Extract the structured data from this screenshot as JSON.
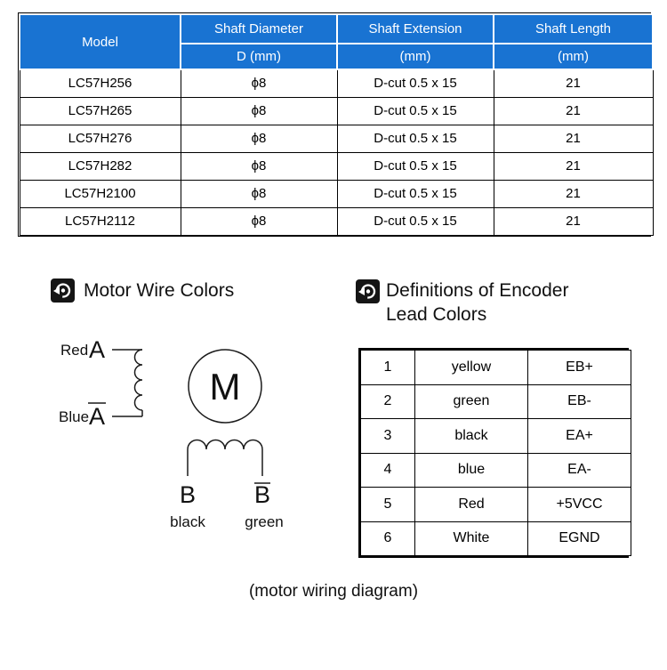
{
  "colors": {
    "header_bg": "#1973d2",
    "header_text": "#ffffff",
    "table_border": "#000000"
  },
  "spec_table": {
    "headers": {
      "model": "Model",
      "diameter_line1": "Shaft Diameter",
      "diameter_line2": "D (mm)",
      "extension_line1": "Shaft Extension",
      "extension_line2": "(mm)",
      "length_line1": "Shaft Length",
      "length_line2": "(mm)"
    },
    "rows": [
      {
        "model": "LC57H256",
        "diameter": "ϕ8",
        "extension": "D-cut 0.5 x 15",
        "length": "21"
      },
      {
        "model": "LC57H265",
        "diameter": "ϕ8",
        "extension": "D-cut 0.5 x 15",
        "length": "21"
      },
      {
        "model": "LC57H276",
        "diameter": "ϕ8",
        "extension": "D-cut 0.5 x 15",
        "length": "21"
      },
      {
        "model": "LC57H282",
        "diameter": "ϕ8",
        "extension": "D-cut 0.5 x 15",
        "length": "21"
      },
      {
        "model": "LC57H2100",
        "diameter": "ϕ8",
        "extension": "D-cut 0.5 x 15",
        "length": "21"
      },
      {
        "model": "LC57H2112",
        "diameter": "ϕ8",
        "extension": "D-cut 0.5 x 15",
        "length": "21"
      }
    ]
  },
  "motor_section": {
    "title": "Motor Wire Colors",
    "labels": {
      "red": "Red",
      "a": "A",
      "blue": "Blue",
      "a_bar": "A",
      "m": "M",
      "b": "B",
      "b_bar": "B",
      "black": "black",
      "green": "green"
    }
  },
  "encoder_section": {
    "title_line1": "Definitions of Encoder",
    "title_line2": "Lead Colors",
    "rows": [
      {
        "num": "1",
        "color": "yellow",
        "signal": "EB+"
      },
      {
        "num": "2",
        "color": "green",
        "signal": "EB-"
      },
      {
        "num": "3",
        "color": "black",
        "signal": "EA+"
      },
      {
        "num": "4",
        "color": "blue",
        "signal": "EA-"
      },
      {
        "num": "5",
        "color": "Red",
        "signal": "+5VCC"
      },
      {
        "num": "6",
        "color": "White",
        "signal": "EGND"
      }
    ]
  },
  "caption": "(motor wiring diagram)"
}
